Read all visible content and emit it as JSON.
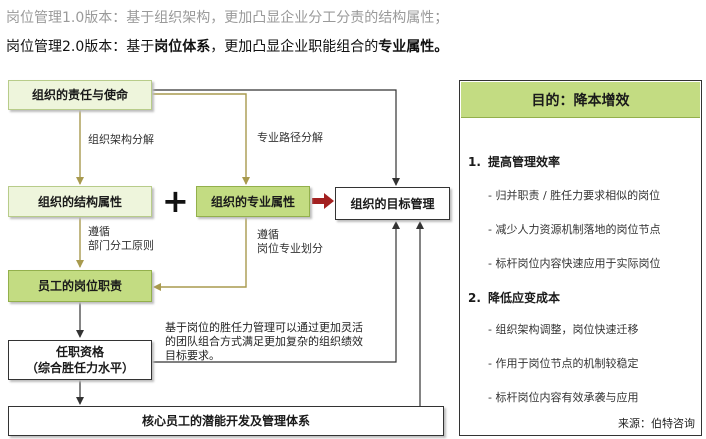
{
  "header": {
    "line1": "岗位管理1.0版本：基于组织架构，更加凸显企业分工分责的结构属性；",
    "line2_a": "岗位管理2.0版本：基于",
    "line2_b": "岗位体系",
    "line2_c": "，更加凸显企业职能组合的",
    "line2_d": "专业属性。"
  },
  "diagram": {
    "responsibility": "组织的责任与使命",
    "structure": "组织的结构属性",
    "professional": "组织的专业属性",
    "plus": "+",
    "target": "组织的目标管理",
    "duty": "员工的岗位职责",
    "qualification_1": "任职资格",
    "qualification_2": "（综合胜任力水平）",
    "core_system": "核心员工的潜能开发及管理体系",
    "label_decompose": "组织架构分解",
    "label_path": "专业路径分解",
    "label_follow_1": "遵循",
    "label_follow_1b": "部门分工原则",
    "label_follow_2": "遵循",
    "label_follow_2b": "岗位专业划分",
    "note_1": "基于岗位的胜任力管理可以通过更加灵活",
    "note_2": "的团队组合方式满足更加复杂的组织绩效",
    "note_3": "目标要求。"
  },
  "goal": {
    "title": "目的：降本增效",
    "s1_num": "1.",
    "s1_title": "提高管理效率",
    "s1_items": [
      "- 归并职责 / 胜任力要求相似的岗位",
      "- 减少人力资源机制落地的岗位节点",
      "- 标杆岗位内容快速应用于实际岗位"
    ],
    "s2_num": "2.",
    "s2_title": "降低应变成本",
    "s2_items": [
      "- 组织架构调整，岗位快速迁移",
      "- 作用于岗位节点的机制较稳定",
      "- 标杆岗位内容有效承袭与应用"
    ],
    "source": "来源：伯特咨询"
  },
  "colors": {
    "green_light": "#eef5dc",
    "green_dark": "#c3dc82",
    "olive_line": "#a89a4e",
    "red_arrow": "#a32020"
  }
}
